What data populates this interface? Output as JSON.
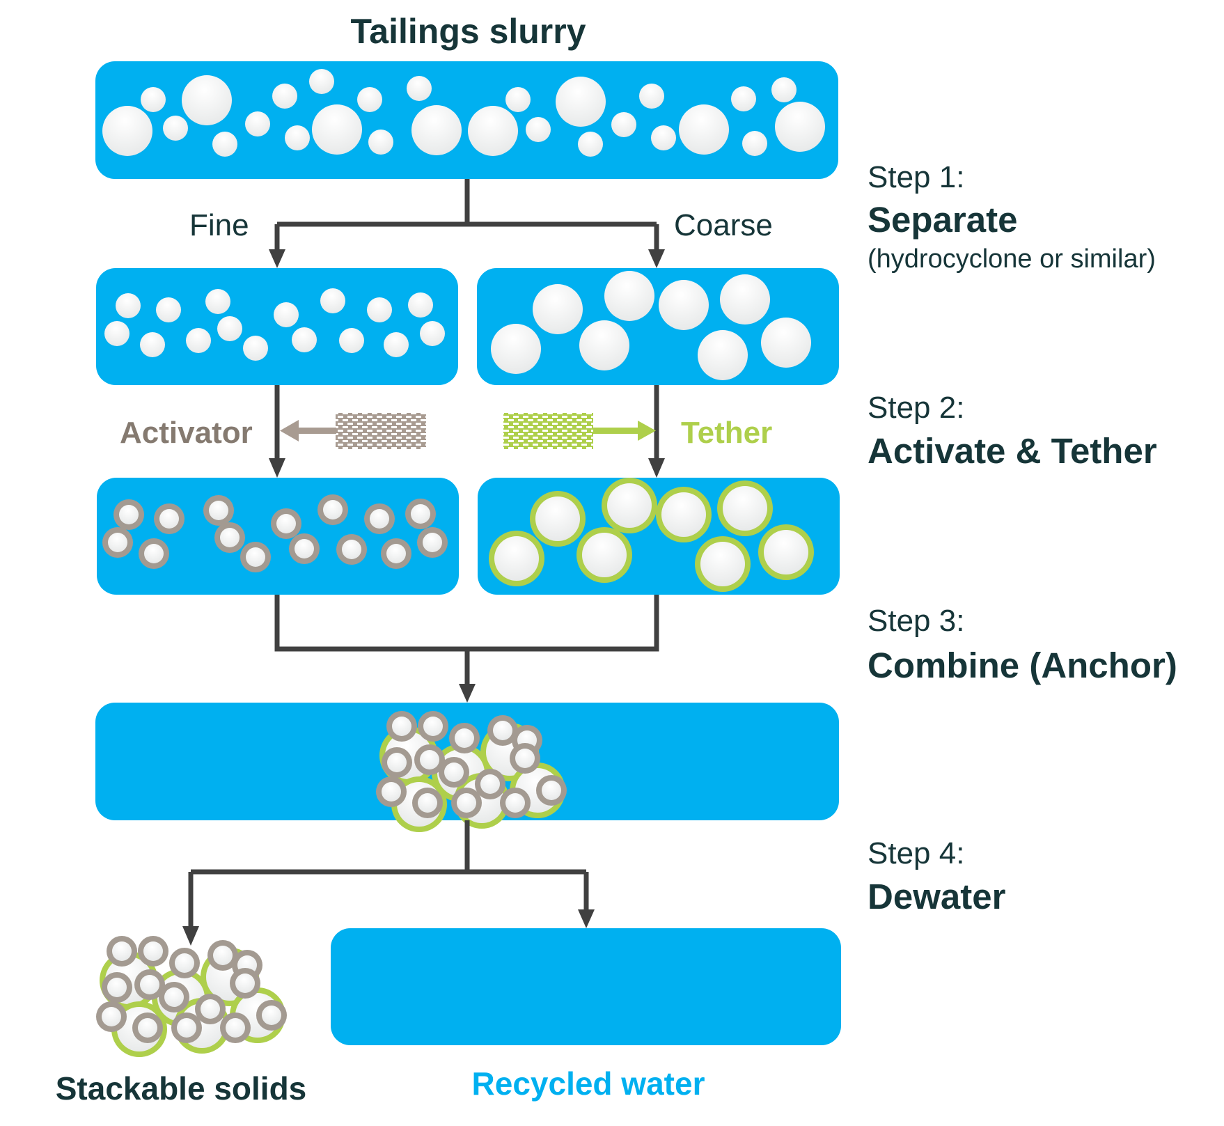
{
  "title": "Tailings slurry",
  "branches": {
    "fine": "Fine",
    "coarse": "Coarse"
  },
  "agents": {
    "activator": {
      "label": "Activator",
      "color": "#857A70",
      "pattern_color": "#A89B91"
    },
    "tether": {
      "label": "Tether",
      "color": "#AECF4B",
      "pattern_color": "#AECF4B"
    }
  },
  "steps": [
    {
      "number": "Step 1:",
      "name": "Separate",
      "note": "(hydrocyclone or similar)"
    },
    {
      "number": "Step 2:",
      "name": "Activate & Tether",
      "note": ""
    },
    {
      "number": "Step 3:",
      "name": "Combine (Anchor)",
      "note": ""
    },
    {
      "number": "Step 4:",
      "name": "Dewater",
      "note": ""
    }
  ],
  "outputs": {
    "solids": {
      "label": "Stackable solids",
      "color": "#163538"
    },
    "water": {
      "label": "Recycled water",
      "color": "#00B0F0"
    }
  },
  "colors": {
    "water": "#00B0F0",
    "particle": "#FFFFFF",
    "arrow": "#404040",
    "text": "#163538",
    "activator_ring": "#A39A91",
    "tether_ring": "#AECF4B"
  },
  "stages": [
    {
      "id": "slurry",
      "contents": "mixed fine and coarse particles"
    },
    {
      "id": "fine",
      "contents": "fine particles"
    },
    {
      "id": "coarse",
      "contents": "coarse particles"
    },
    {
      "id": "fine-activated",
      "contents": "fine particles coated with activator"
    },
    {
      "id": "coarse-tethered",
      "contents": "coarse particles coated with tether"
    },
    {
      "id": "combined",
      "contents": "anchored floc in water"
    },
    {
      "id": "water",
      "contents": "recycled water"
    },
    {
      "id": "solids",
      "contents": "stackable solids floc"
    }
  ]
}
